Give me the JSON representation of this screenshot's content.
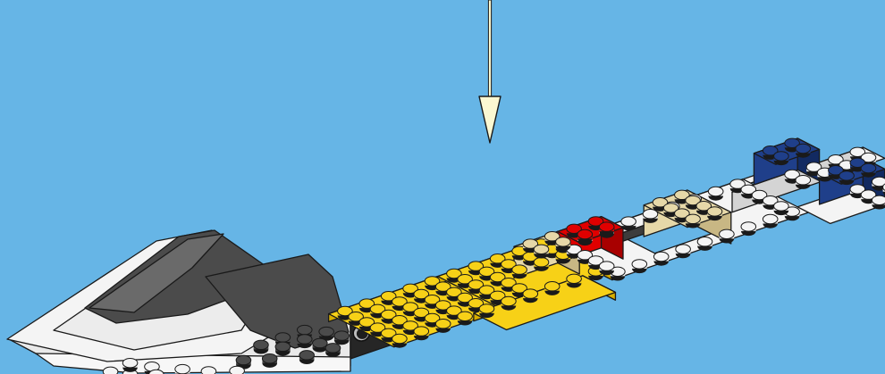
{
  "diagram": {
    "kind": "building-instruction-step",
    "background_color": "#66b5e6",
    "colors": {
      "white_brick": "#f4f4f4",
      "white_shadow": "#d4d4d4",
      "yellow_brick": "#f7d117",
      "yellow_shadow": "#d7ae00",
      "dark_gray_brick": "#4b4b4b",
      "dark_gray_shadow": "#2c2c2c",
      "tan_brick": "#e6d8a8",
      "tan_shadow": "#c8b784",
      "red_brick": "#e00000",
      "red_shadow": "#a80000",
      "blue_brick": "#1f3f8a",
      "blue_shadow": "#122a61",
      "black_technic": "#262626",
      "arrow_fill": "#fbf8d2",
      "outline": "#1a1a1a"
    },
    "callout_arrow": {
      "direction": "down",
      "points_to": "red-2x2-brick"
    },
    "parts_highlighted": [
      "red-2x2-brick"
    ]
  }
}
